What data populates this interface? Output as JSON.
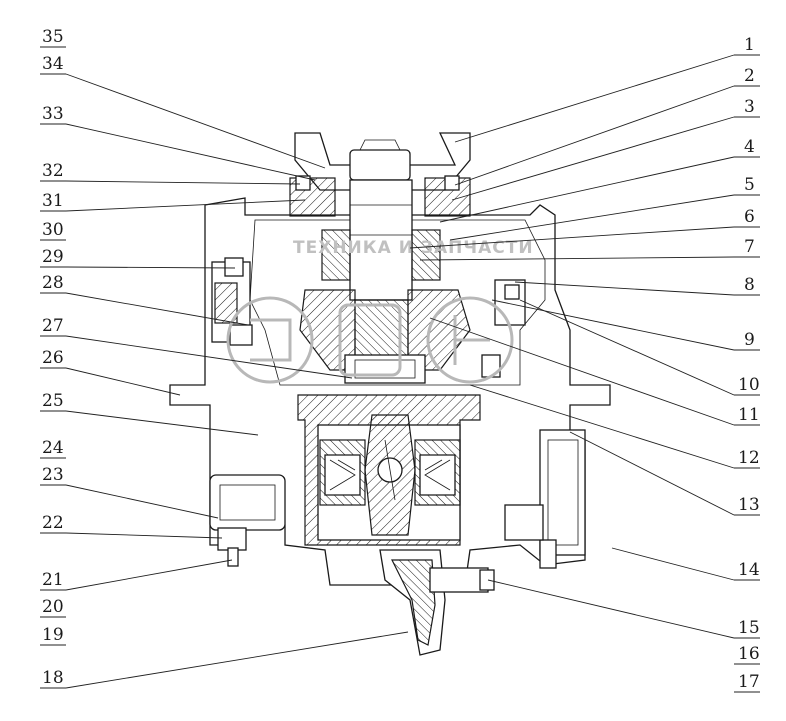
{
  "watermark": {
    "brand_text": "ТЕХНИКА И ЗАПЧАСТИ"
  },
  "callouts": {
    "left": [
      "35",
      "34",
      "33",
      "32",
      "31",
      "30",
      "29",
      "28",
      "27",
      "26",
      "25",
      "24",
      "23",
      "22",
      "21",
      "20",
      "19",
      "18"
    ],
    "right": [
      "1",
      "2",
      "3",
      "4",
      "5",
      "6",
      "7",
      "8",
      "9",
      "10",
      "11",
      "12",
      "13",
      "14",
      "15",
      "16",
      "17"
    ]
  }
}
